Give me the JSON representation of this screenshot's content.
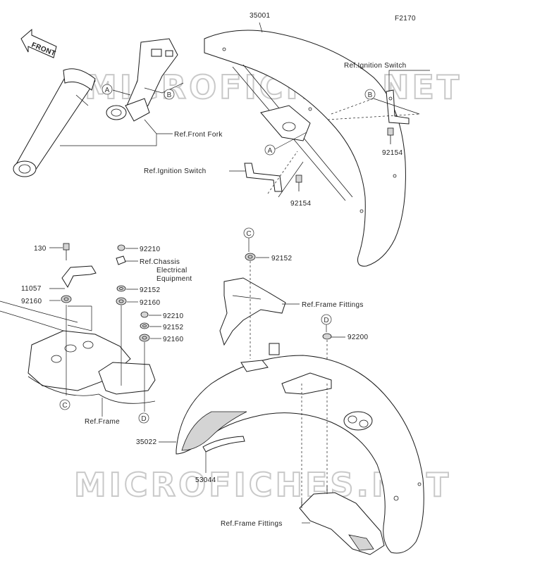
{
  "diagram_code": "F2170",
  "front_label": "FRONT",
  "watermark": "MICROFICHES.NET",
  "labels": {
    "p35001": "35001",
    "ign_top": "Ref.Ignition Switch",
    "p92154_r": "92154",
    "ign_mid": "Ref.Ignition Switch",
    "p92154_m": "92154",
    "front_fork": "Ref.Front Fork",
    "p130": "130",
    "p11057": "11057",
    "p92160_l": "92160",
    "p92210_a": "92210",
    "chassis_1": "Ref.Chassis",
    "chassis_2": "Electrical",
    "chassis_3": "Equipment",
    "p92152_a": "92152",
    "p92160_a": "92160",
    "p92210_b": "92210",
    "p92152_b": "92152",
    "p92160_b": "92160",
    "ref_frame": "Ref.Frame",
    "p92152_c": "92152",
    "frame_fit_top": "Ref.Frame Fittings",
    "p92200": "92200",
    "p35022": "35022",
    "p53044": "53044",
    "frame_fit_bot": "Ref.Frame Fittings"
  },
  "callouts": {
    "A": "A",
    "B": "B",
    "C": "C",
    "D": "D"
  }
}
